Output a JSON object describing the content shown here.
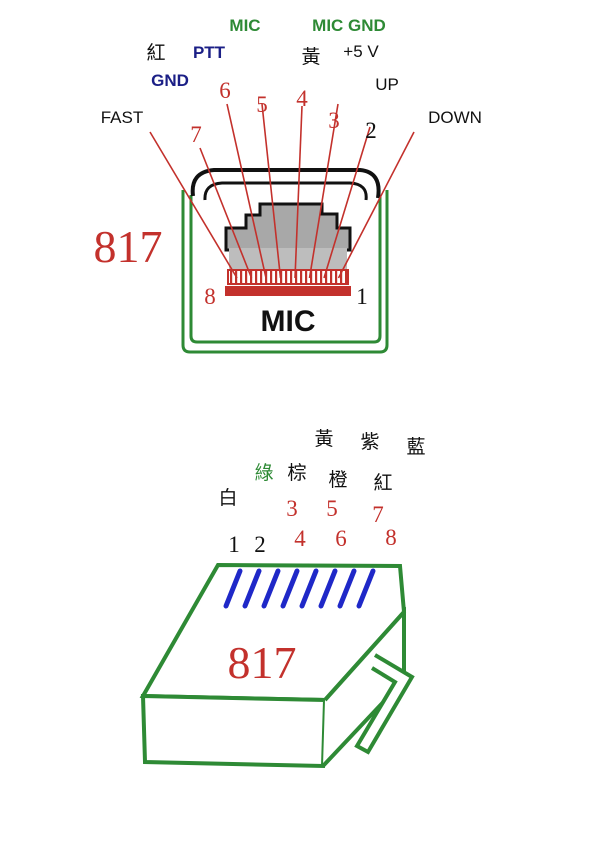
{
  "colors": {
    "red": "#c3312c",
    "green": "#2e8a35",
    "navy": "#1b1f86",
    "black": "#111111",
    "blue": "#1f28c8",
    "gray": "#a8a8a8"
  },
  "top": {
    "model": "817",
    "socket_label": "MIC",
    "end_left": "8",
    "end_right": "1",
    "pins": [
      {
        "num": "8",
        "label": "FAST"
      },
      {
        "num": "7",
        "label": "GND",
        "label2": "紅"
      },
      {
        "num": "6",
        "label": "PTT"
      },
      {
        "num": "5",
        "label": "MIC"
      },
      {
        "num": "4",
        "label": "黃"
      },
      {
        "num": "3",
        "label": "+5 V",
        "label2": "MIC GND"
      },
      {
        "num": "2",
        "label": "UP"
      },
      {
        "num": "1",
        "label": "DOWN"
      }
    ]
  },
  "bottom": {
    "model": "817",
    "pins": [
      {
        "num": "1",
        "color": "白"
      },
      {
        "num": "2",
        "color": "綠"
      },
      {
        "num": "3",
        "color": "棕"
      },
      {
        "num": "4",
        "color": "黃"
      },
      {
        "num": "5",
        "color": "橙"
      },
      {
        "num": "6",
        "color": "紫"
      },
      {
        "num": "7",
        "color": "紅"
      },
      {
        "num": "8",
        "color": "藍"
      }
    ]
  }
}
